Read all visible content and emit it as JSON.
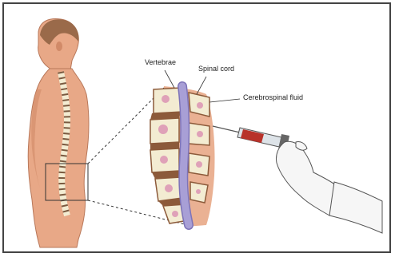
{
  "labels": {
    "vertebrae": "Vertebrae",
    "spinal_cord": "Spinal cord",
    "csf": "Cerebrospinal fluid"
  },
  "colors": {
    "skin": "#e8a887",
    "skin_shadow": "#d18a68",
    "hair": "#9a6a4a",
    "bone": "#f3ecd2",
    "bone_marrow": "#d98fb2",
    "disc": "#8c5a3a",
    "cord": "#a89fd6",
    "syringe_fluid": "#b8322a",
    "glove": "#f6f6f6",
    "frame_border": "#444444"
  }
}
